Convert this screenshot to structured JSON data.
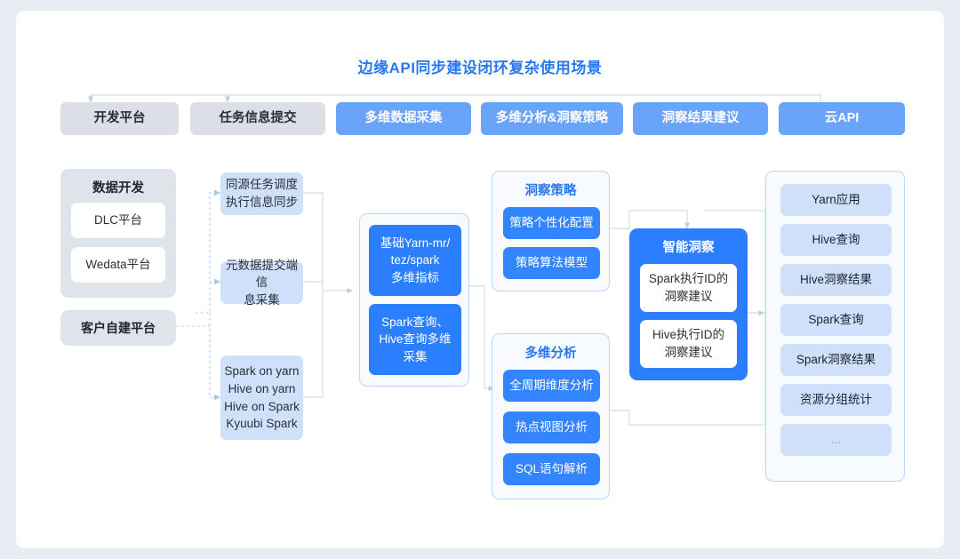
{
  "title": "边缘API同步建设闭环复杂使用场景",
  "colors": {
    "page_background": "#e9ecf2",
    "canvas": "#ffffff",
    "title_blue": "#2878f0",
    "top_gray": "#dcdfe6",
    "top_blue": "#6aa3fa",
    "panel_gray": "#dfe3ea",
    "panel_outline_bg": "#f7faff",
    "panel_outline_border": "#bcd6fb",
    "strong_blue": "#2b7fff",
    "light_blue_chip": "#cfe0fa",
    "connector": "#d5dae3",
    "dotted_connector": "#b9d3f2"
  },
  "top_row": [
    {
      "label": "开发平台",
      "style": "gray"
    },
    {
      "label": "任务信息提交",
      "style": "gray"
    },
    {
      "label": "多维数据采集",
      "style": "blue"
    },
    {
      "label": "多维分析&洞察策略",
      "style": "blue"
    },
    {
      "label": "洞察结果建议",
      "style": "blue"
    },
    {
      "label": "云API",
      "style": "blue"
    }
  ],
  "col_platform": {
    "panel_title": "数据开发",
    "items": [
      "DLC平台",
      "Wedata平台"
    ],
    "standalone": "客户自建平台"
  },
  "col_collect": {
    "boxes": [
      {
        "lines": [
          "同源任务调度",
          "执行信息同步"
        ]
      },
      {
        "lines": [
          "元数据提交端信",
          "息采集"
        ]
      },
      {
        "lines": [
          "Spark on yarn",
          "Hive on yarn",
          "Hive on Spark",
          "Kyuubi Spark"
        ]
      }
    ]
  },
  "col_metrics": {
    "boxes": [
      {
        "lines": [
          "基础Yarn-mr/",
          "tez/spark",
          "多维指标"
        ]
      },
      {
        "lines": [
          "Spark查询、",
          "Hive查询多维",
          "采集"
        ]
      }
    ]
  },
  "col_strategy": {
    "panel_title": "洞察策略",
    "items": [
      "策略个性化配置",
      "策略算法模型"
    ]
  },
  "col_analysis": {
    "panel_title": "多维分析",
    "items": [
      "全周期维度分析",
      "热点视图分析",
      "SQL语句解析"
    ]
  },
  "col_insight": {
    "panel_title": "智能洞察",
    "items": [
      {
        "lines": [
          "Spark执行ID的",
          "洞察建议"
        ]
      },
      {
        "lines": [
          "Hive执行ID的",
          "洞察建议"
        ]
      }
    ]
  },
  "col_results": {
    "items": [
      "Yarn应用",
      "Hive查询",
      "Hive洞察结果",
      "Spark查询",
      "Spark洞察结果",
      "资源分组统计",
      "..."
    ]
  }
}
